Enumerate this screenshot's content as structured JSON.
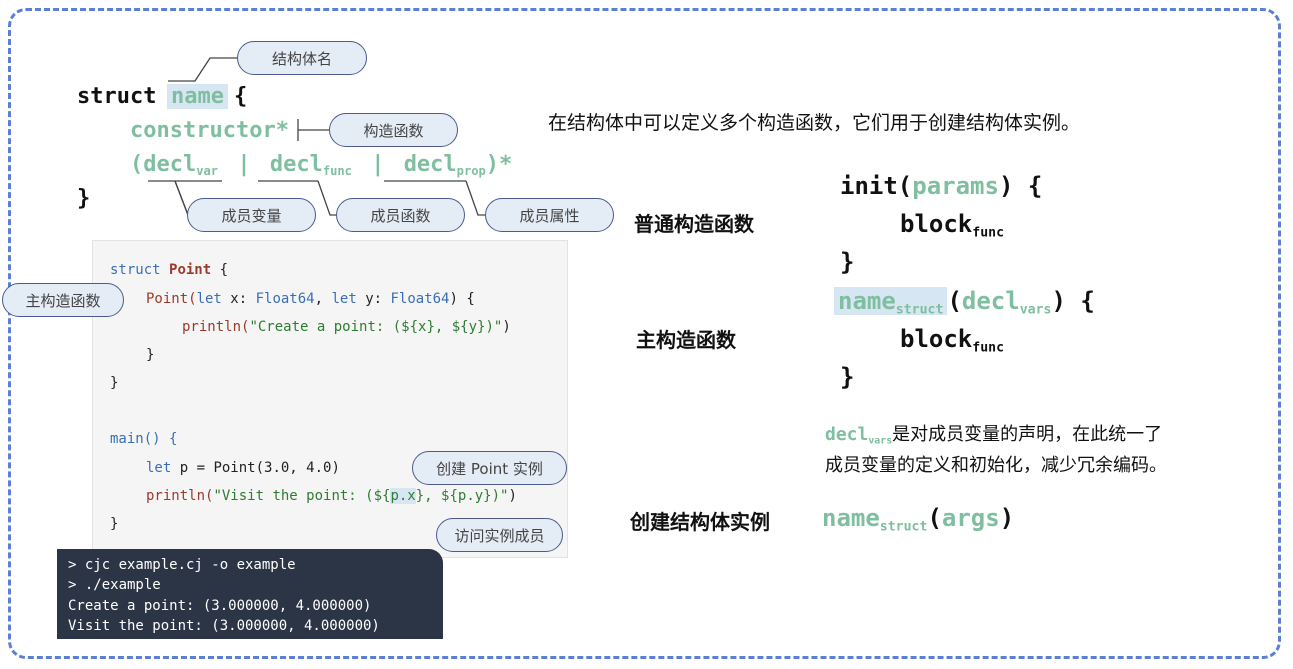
{
  "syntax": {
    "struct_kw": "struct",
    "name": "name",
    "open_brace": "{",
    "close_brace": "}",
    "constructor": "constructor*",
    "decl_open": "(decl",
    "decl_var_sub": "var",
    "sep": "|",
    "decl_func": "decl",
    "decl_func_sub": "func",
    "decl_prop": "decl",
    "decl_prop_sub": "prop",
    "decl_close": ")*"
  },
  "callouts": {
    "struct_name": "结构体名",
    "constructor": "构造函数",
    "member_var": "成员变量",
    "member_func": "成员函数",
    "member_prop": "成员属性",
    "primary_ctor": "主构造函数",
    "create_instance": "创建 Point 实例",
    "access_member": "访问实例成员"
  },
  "description": "在结构体中可以定义多个构造函数，它们用于创建结构体实例。",
  "code": {
    "l1_kw": "struct",
    "l1_name": "Point",
    "l1_brace": "{",
    "l2_fn": "Point(",
    "l2_let1": "let",
    "l2_x": " x: ",
    "l2_t1": "Float64",
    "l2_sep": ", ",
    "l2_let2": "let",
    "l2_y": " y: ",
    "l2_t2": "Float64",
    "l2_end": ") {",
    "l3_fn": "println(",
    "l3_str": "\"Create a point: (${x}, ${y})\"",
    "l3_end": ")",
    "l4": "}",
    "l5": "}",
    "l6": "main() {",
    "l7_let": "let",
    "l7_rest": " p = Point(3.0, 4.0)",
    "l8_fn": "println(",
    "l8_str_a": "\"Visit the point: (${",
    "l8_str_px": "p.x",
    "l8_str_b": "}, ${p.y})\"",
    "l8_end": ")",
    "l9": "}"
  },
  "terminal": {
    "lines": [
      "> cjc example.cj -o example",
      "> ./example",
      "Create a point: (3.000000, 4.000000)",
      "Visit the point: (3.000000, 4.000000)"
    ]
  },
  "right": {
    "normal_ctor_label": "普通构造函数",
    "primary_ctor_label": "主构造函数",
    "create_instance_label": "创建结构体实例",
    "init_kw": "init(",
    "params": "params",
    "init_end": ") {",
    "block": "block",
    "block_sub": "func",
    "close": "}",
    "name": "name",
    "name_sub": "struct",
    "paren_open": "(",
    "decl": "decl",
    "decl_sub": "vars",
    "paren_close_brace": ") {",
    "args": "args",
    "paren_close": ")",
    "note_decl": "decl",
    "note_decl_sub": "vars",
    "note_line1": "是对成员变量的声明，在此统一了",
    "note_line2": "成员变量的定义和初始化，减少冗余编码。"
  }
}
